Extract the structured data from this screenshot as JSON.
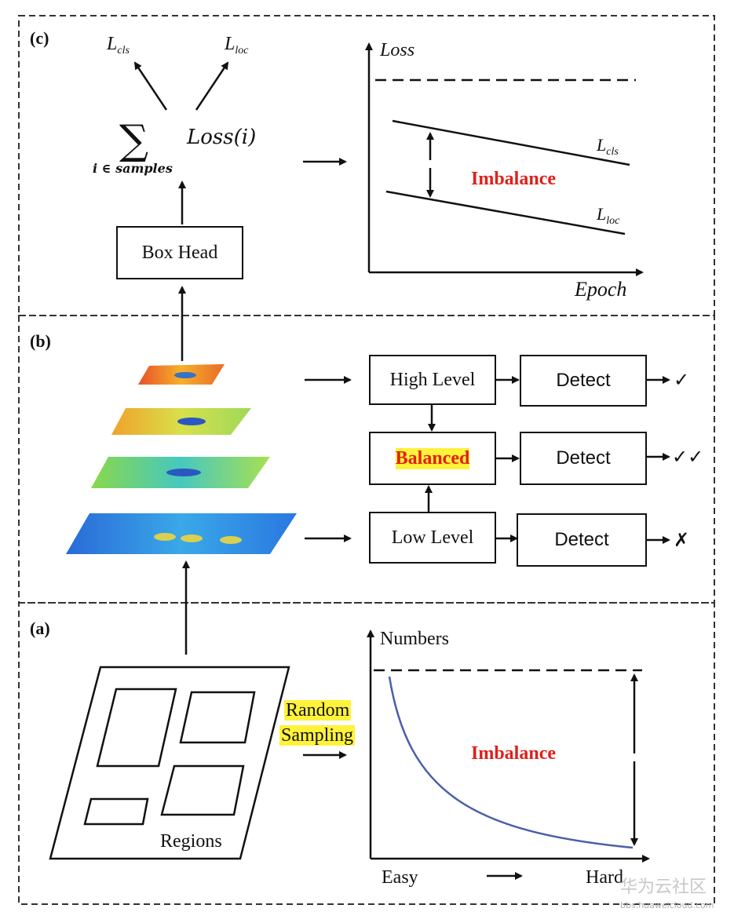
{
  "panels": {
    "c": {
      "tag": "(c)",
      "loss_cls": "L",
      "loss_cls_sub": "cls",
      "loss_loc": "L",
      "loss_loc_sub": "loc",
      "sum_under": "i ∈ samples",
      "sum_expr": "Loss(i)",
      "box_head": "Box Head",
      "chart_ylabel": "Loss",
      "chart_xlabel": "Epoch",
      "chart_imbalance": "Imbalance",
      "line_cls": "L",
      "line_cls_sub": "cls",
      "line_loc": "L",
      "line_loc_sub": "loc"
    },
    "b": {
      "tag": "(b)",
      "high_level": "High Level",
      "balanced": "Balanced",
      "low_level": "Low Level",
      "detect_top": "Detect",
      "detect_mid": "Detect",
      "detect_bot": "Detect",
      "result_top": "✓",
      "result_mid": "✓✓",
      "result_bot": "✗"
    },
    "a": {
      "tag": "(a)",
      "regions": "Regions",
      "random": "Random",
      "sampling": "Sampling",
      "chart_ylabel": "Numbers",
      "chart_imbalance": "Imbalance",
      "x_easy": "Easy",
      "x_hard": "Hard"
    }
  },
  "watermark": {
    "brand": "华为云社区",
    "url": "bbs.huaweicloud.com"
  },
  "colors": {
    "accent_red": "#e0201b",
    "highlight_yellow": "#fff23a",
    "curve_blue": "#4a5fa8"
  }
}
